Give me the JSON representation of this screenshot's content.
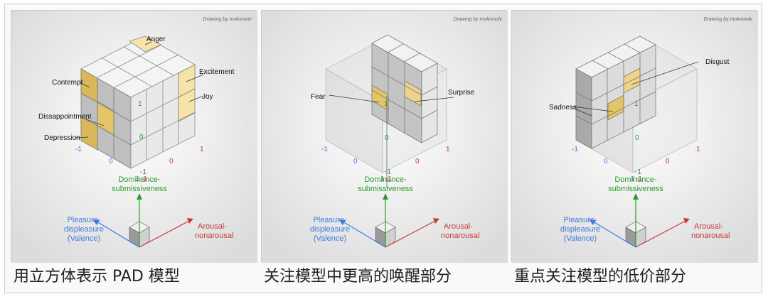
{
  "credit": "Drawing by mrAnmolv",
  "axes": {
    "dominance": [
      "Dominance-",
      "submissiveness"
    ],
    "pleasure": [
      "Pleasure-",
      "displeasure",
      "(Valence)"
    ],
    "arousal": [
      "Arousal-",
      "nonarousal"
    ]
  },
  "ticks": {
    "green_top": "1",
    "green_mid": "0",
    "green_bot": "-1",
    "blue_left": "-1",
    "blue_mid": "0",
    "blue_right": "1",
    "red_left": "-1",
    "red_mid": "0",
    "red_right": "1"
  },
  "panel1": {
    "caption": "用立方体表示 PAD 模型",
    "labels": {
      "anger": "Anger",
      "excitement": "Excitement",
      "joy": "Joy",
      "contempt": "Contempt",
      "disappointment": "Dissappointment",
      "depression": "Depression"
    }
  },
  "panel2": {
    "caption": "关注模型中更高的唤醒部分",
    "labels": {
      "fear": "Fear",
      "surprise": "Surprise"
    }
  },
  "panel3": {
    "caption": "重点关注模型的低价部分",
    "labels": {
      "disgust": "Disgust",
      "sadness": "Sadness"
    }
  },
  "colors": {
    "highlight": "#e7c561",
    "highlight_light": "#f7e3a8",
    "green": "#2b9a2b",
    "blue": "#3b7be0",
    "red": "#c93a3a"
  }
}
